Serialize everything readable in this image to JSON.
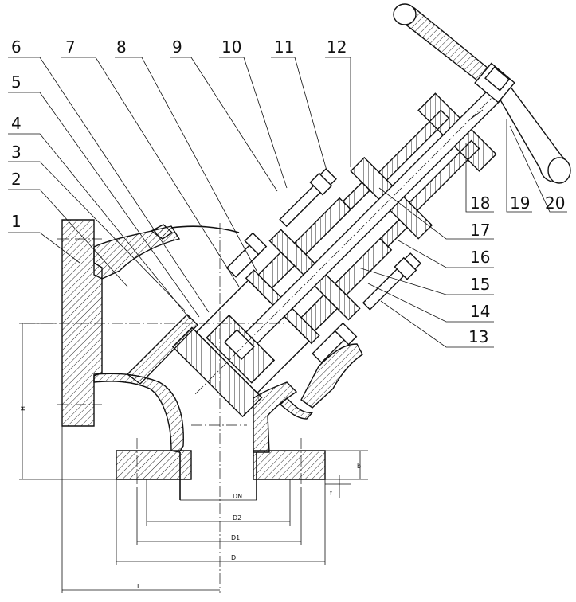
{
  "callouts": {
    "n1": "1",
    "n2": "2",
    "n3": "3",
    "n4": "4",
    "n5": "5",
    "n6": "6",
    "n7": "7",
    "n8": "8",
    "n9": "9",
    "n10": "10",
    "n11": "11",
    "n12": "12",
    "n13": "13",
    "n14": "14",
    "n15": "15",
    "n16": "16",
    "n17": "17",
    "n18": "18",
    "n19": "19",
    "n20": "20"
  },
  "dimensions": {
    "dn": "DN",
    "d2": "D2",
    "d1": "D1",
    "d": "D",
    "l": "L",
    "h": "H",
    "b": "b",
    "f": "f"
  }
}
